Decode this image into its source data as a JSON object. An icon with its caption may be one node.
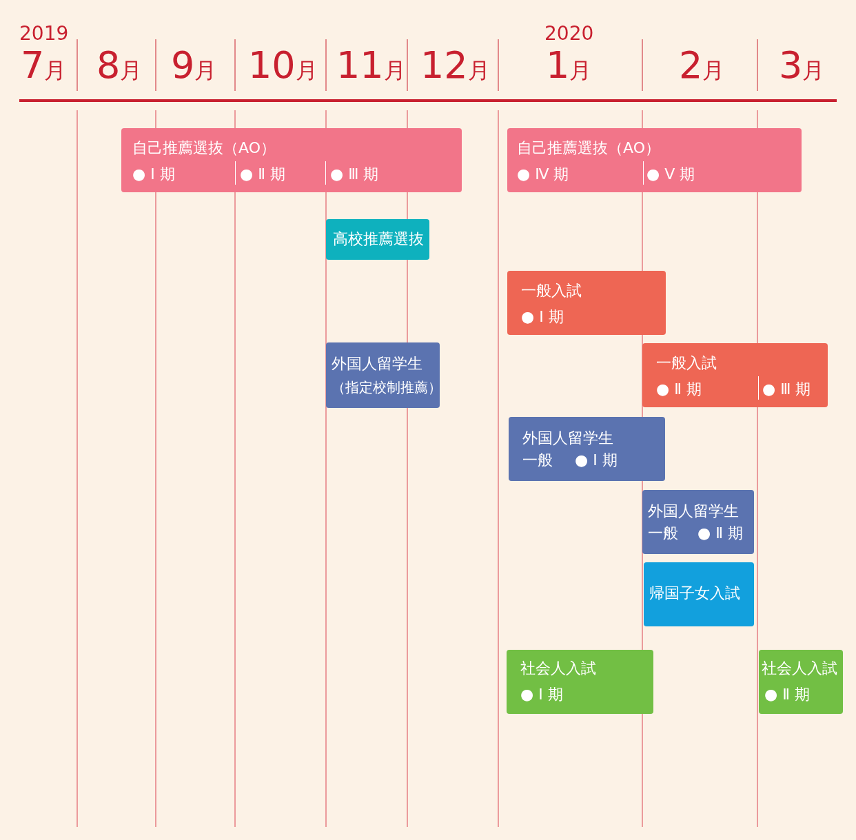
{
  "diagram": {
    "nodes": [
      {
        "text": [
          "自己推薦選抜（AO）",
          "● Ⅰ 期",
          "● Ⅱ 期",
          "● Ⅲ 期"
        ]
      },
      {
        "text": [
          "自己推薦選抜（AO）",
          "● Ⅳ 期",
          "● Ⅴ 期"
        ]
      },
      {
        "text": [
          "高校推薦選抜"
        ]
      },
      {
        "text": [
          "一般入試",
          "● Ⅰ 期"
        ]
      },
      {
        "text": [
          "一般入試",
          "● Ⅱ 期",
          "● Ⅲ 期"
        ]
      },
      {
        "text": [
          "外国人留学生",
          "（指定校制推薦）"
        ]
      },
      {
        "text": [
          "外国人留学生",
          "一般",
          "● Ⅰ 期"
        ]
      },
      {
        "text": [
          "外国人留学生",
          "一般",
          "● Ⅱ 期"
        ]
      },
      {
        "text": [
          "帰国子女入試"
        ]
      },
      {
        "text": [
          "社会人入試",
          "● Ⅰ 期"
        ]
      },
      {
        "text": [
          "社会人入試",
          "● Ⅱ 期"
        ]
      }
    ],
    "edges": [],
    "labels": [
      "2019",
      "7月",
      "8月",
      "9月",
      "10月",
      "11月",
      "12月",
      "2020",
      "1月",
      "2月",
      "3月"
    ]
  }
}
